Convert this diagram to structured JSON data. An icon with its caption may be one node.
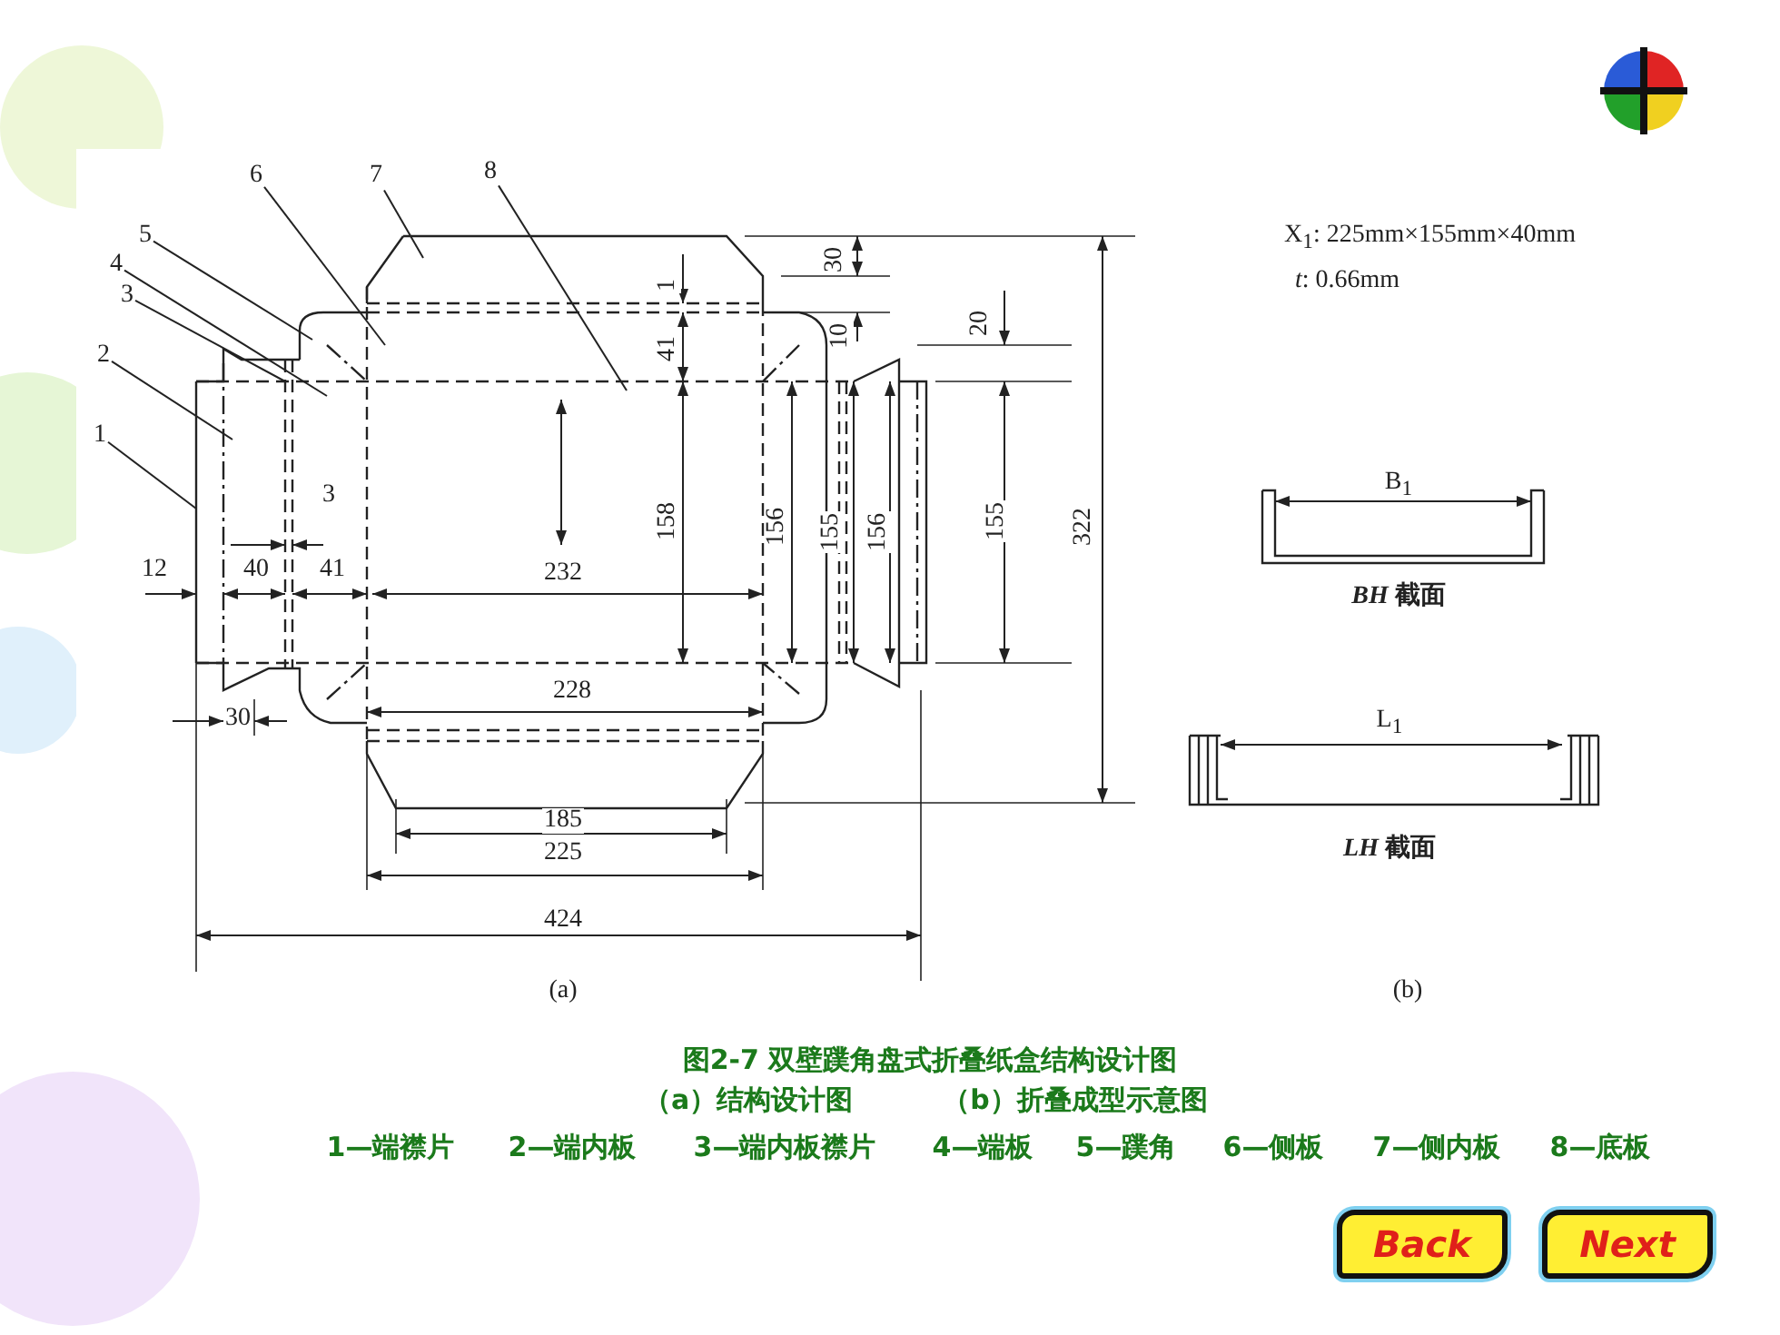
{
  "diagram": {
    "caption": "图2-7 双壁蹼角盘式折叠纸盒结构设计图",
    "nodes": [
      {
        "text": [
          "6"
        ]
      },
      {
        "text": [
          "7"
        ]
      },
      {
        "text": [
          "8"
        ]
      },
      {
        "text": [
          "5"
        ]
      },
      {
        "text": [
          "4"
        ]
      },
      {
        "text": [
          "3"
        ]
      },
      {
        "text": [
          "2"
        ]
      },
      {
        "text": [
          "1"
        ]
      }
    ],
    "edges": [
      {
        "from": 0,
        "to": null,
        "arrow": "none"
      },
      {
        "from": 1,
        "to": null,
        "arrow": "none"
      },
      {
        "from": 2,
        "to": null,
        "arrow": "none"
      },
      {
        "from": 3,
        "to": null,
        "arrow": "none"
      },
      {
        "from": 4,
        "to": null,
        "arrow": "none"
      },
      {
        "from": 5,
        "to": null,
        "arrow": "none"
      },
      {
        "from": 6,
        "to": null,
        "arrow": "none"
      },
      {
        "from": 7,
        "to": null,
        "arrow": "none"
      }
    ],
    "labels": [
      "X$_{1}$: 225mm×155mm×40mm",
      "*t*: 0.66mm",
      "30",
      "1",
      "10",
      "41",
      "20",
      "B$_{1}$",
      "3",
      "158",
      "156",
      "155",
      "156",
      "155",
      "322",
      "12",
      "40",
      "41",
      "232",
      "*BH* 截面",
      "228",
      "30",
      "L$_{1}$",
      "185",
      "225",
      "*LH* 截面",
      "424",
      "(a)",
      "(b)",
      "（a）结构设计图",
      "（b）折叠成型示意图",
      "1—端襟片",
      "2—端内板",
      "3—端内板襟片",
      "4—端板",
      "5—蹼角",
      "6—侧板",
      "7—侧内板",
      "8—底板",
      "Back",
      "Next"
    ]
  }
}
